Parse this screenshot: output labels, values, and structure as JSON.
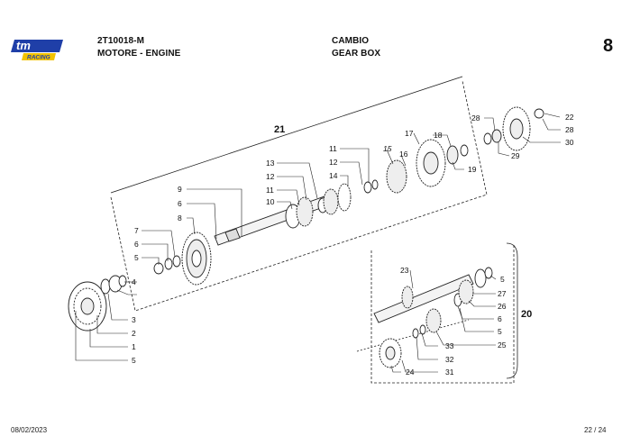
{
  "header": {
    "code": "2T10018-M",
    "model": "MOTORE - ENGINE",
    "section_it": "CAMBIO",
    "section_en": "GEAR BOX",
    "page_number": "8"
  },
  "logo": {
    "brand": "tm",
    "tagline": "RACING"
  },
  "footer": {
    "date": "08/02/2023",
    "pages": "22 / 24"
  },
  "groups": {
    "main_shaft": "21",
    "counter_shaft": "20"
  },
  "callouts": {
    "c9": "9",
    "c6a": "6",
    "c8": "8",
    "c7": "7",
    "c6b": "6",
    "c5a": "5",
    "c4": "4",
    "c3": "3",
    "c2": "2",
    "c1": "1",
    "c5b": "5",
    "c13": "13",
    "c12a": "12",
    "c11a": "11",
    "c10": "10",
    "c11b": "11",
    "c12b": "12",
    "c14": "14",
    "c15": "15",
    "c16": "16",
    "c17": "17",
    "c18": "18",
    "c19": "19",
    "c28a": "28",
    "c29": "29",
    "c22": "22",
    "c28b": "28",
    "c30": "30",
    "c23": "23",
    "c5c": "5",
    "c27": "27",
    "c26": "26",
    "c6c": "6",
    "c5d": "5",
    "c25": "25",
    "c33": "33",
    "c32": "32",
    "c31": "31",
    "c24": "24"
  }
}
